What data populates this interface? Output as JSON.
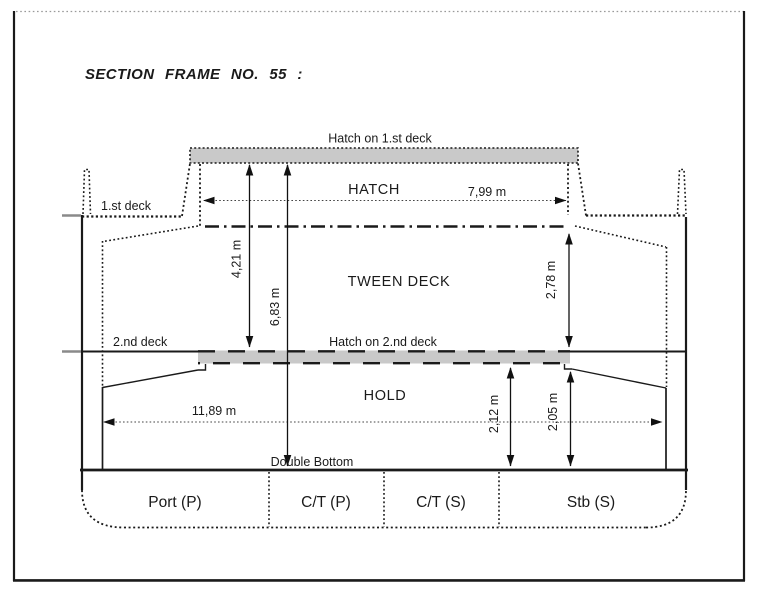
{
  "title": "SECTION FRAME NO. 55 :",
  "diagram": {
    "labels": {
      "hatch_on_first_deck": "Hatch on 1.st deck",
      "hatch": "HATCH",
      "first_deck": "1.st deck",
      "tween_deck": "TWEEN DECK",
      "second_deck": "2.nd deck",
      "hatch_on_second_deck": "Hatch on 2.nd deck",
      "hold": "HOLD",
      "double_bottom": "Double Bottom"
    },
    "dimensions": {
      "hatch_width": "7,99 m",
      "deck1_to_hatch2": "4,21 m",
      "deck1_to_double_bottom": "6,83 m",
      "tween_deck_height": "2,78 m",
      "hold_height_inner": "2,12 m",
      "hold_height_side": "2,05 m",
      "hold_width": "11,89 m"
    },
    "tanks": [
      "Port (P)",
      "C/T (P)",
      "C/T (S)",
      "Stb (S)"
    ],
    "colors": {
      "hatch_fill": "#c9c9c9",
      "line": "#1a1a1a"
    }
  }
}
